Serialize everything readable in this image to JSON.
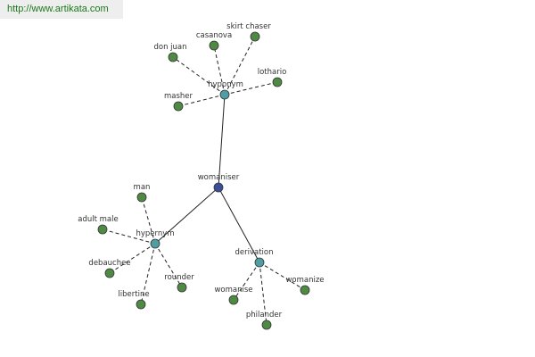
{
  "header": {
    "url": "http://www.artikata.com"
  },
  "colors": {
    "center": "#3a4f9a",
    "group": "#4f9ea3",
    "leaf": "#4f8a45"
  },
  "graph": {
    "center": {
      "id": "center",
      "label": "womaniser"
    },
    "groups": [
      {
        "id": "hyponym",
        "label": "hyponym",
        "leaves": [
          {
            "id": "don-juan",
            "label": "don juan"
          },
          {
            "id": "casanova",
            "label": "casanova"
          },
          {
            "id": "skirt-chaser",
            "label": "skirt chaser"
          },
          {
            "id": "lothario",
            "label": "lothario"
          },
          {
            "id": "masher",
            "label": "masher"
          }
        ]
      },
      {
        "id": "hypernym",
        "label": "hypernym",
        "leaves": [
          {
            "id": "man",
            "label": "man"
          },
          {
            "id": "adult-male",
            "label": "adult male"
          },
          {
            "id": "debauchee",
            "label": "debauchee"
          },
          {
            "id": "libertine",
            "label": "libertine"
          },
          {
            "id": "rounder",
            "label": "rounder"
          }
        ]
      },
      {
        "id": "derivation",
        "label": "derivation",
        "leaves": [
          {
            "id": "womanise",
            "label": "womanise"
          },
          {
            "id": "philander",
            "label": "philander"
          },
          {
            "id": "womanize",
            "label": "womanize"
          }
        ]
      }
    ]
  }
}
